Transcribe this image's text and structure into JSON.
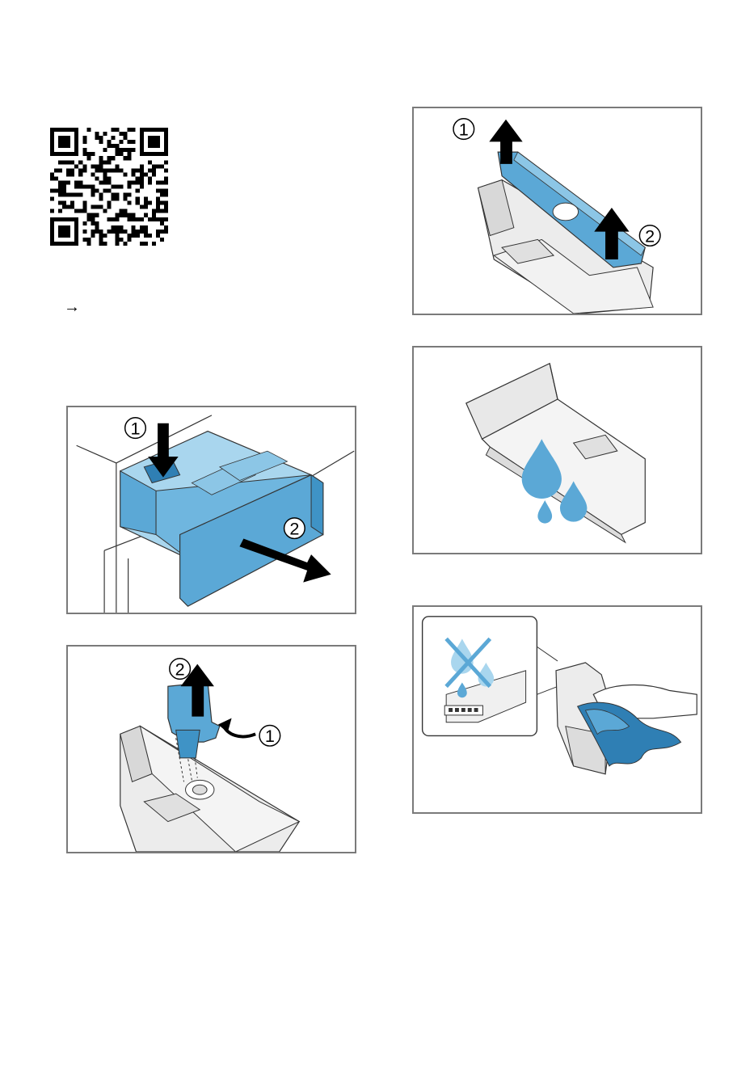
{
  "note_arrow": "→",
  "colors": {
    "blue": "#5ba8d6",
    "blue_light": "#a9d6ee",
    "blue_dark": "#2f7fb4",
    "grey_fill": "#e6e6e6",
    "line": "#333333",
    "border": "#7a7a7a"
  },
  "panels": {
    "drawer_removal": {
      "step1": "1",
      "step2": "2"
    },
    "siphon_removal": {
      "step1": "1",
      "step2": "2"
    },
    "insert_removal": {
      "step1": "1",
      "step2": "2"
    },
    "rinse": {},
    "wipe": {}
  },
  "icons": [
    "qr-code",
    "drawer-illustration",
    "siphon-illustration",
    "insert-illustration",
    "water-drops",
    "no-water-icon",
    "cloth-hand"
  ]
}
